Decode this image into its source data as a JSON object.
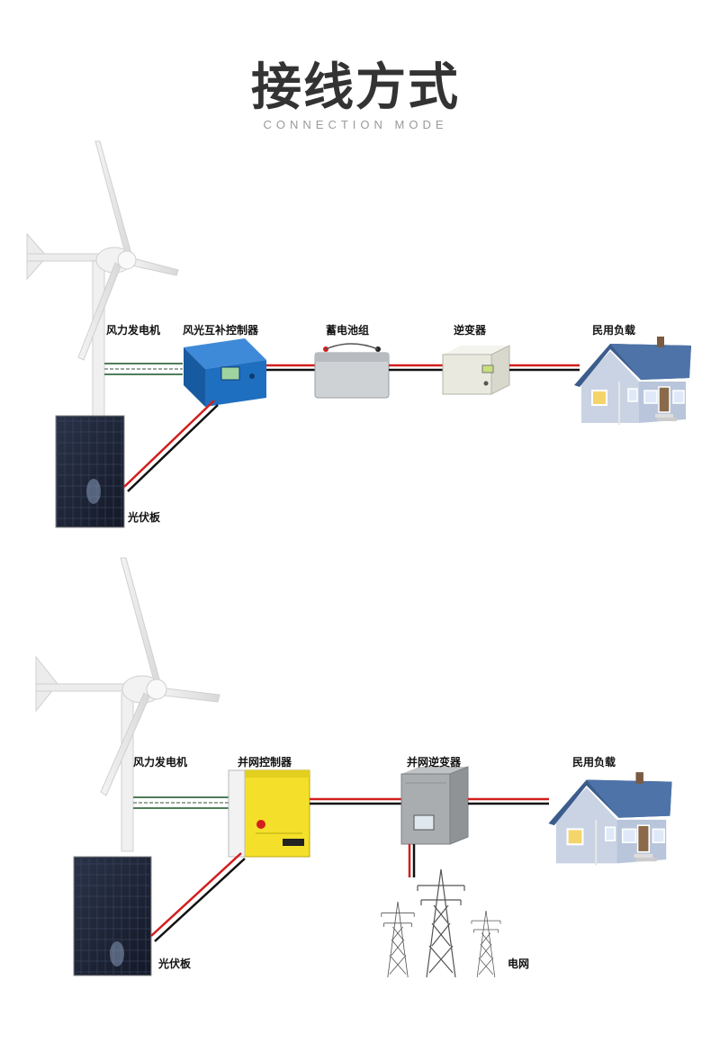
{
  "header": {
    "title": "接线方式",
    "subtitle": "CONNECTION MODE"
  },
  "diagram1": {
    "wind_turbine": "风力发电机",
    "controller": "风光互补控制器",
    "battery": "蓄电池组",
    "inverter": "逆变器",
    "load": "民用负载",
    "solar_panel": "光伏板"
  },
  "diagram2": {
    "wind_turbine": "风力发电机",
    "controller": "并网控制器",
    "inverter": "并网逆变器",
    "load": "民用负载",
    "solar_panel": "光伏板",
    "grid": "电网"
  },
  "colors": {
    "wire_red": "#d21e1e",
    "wire_black": "#111111",
    "wire_green": "#4f7d5a",
    "controller1_blue": "#1f6fc0",
    "controller2_yellow": "#f4e02a",
    "panel_dark": "#1c2233",
    "roof_blue": "#3c5d8c"
  }
}
